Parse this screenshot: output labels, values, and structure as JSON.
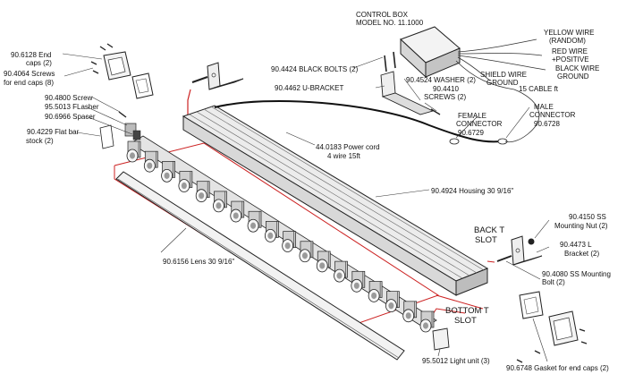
{
  "labels": {
    "control_box_title": "CONTROL BOX",
    "control_box_model": "MODEL NO. 11.1000",
    "yellow_wire_1": "YELLOW  WIRE",
    "yellow_wire_2": "(RANDOM)",
    "red_wire_1": "RED WIRE",
    "red_wire_2": "+POSITIVE",
    "black_wire_1": "BLACK WIRE",
    "black_wire_2": "GROUND",
    "shield_wire_1": "SHIELD WIRE",
    "shield_wire_2": "GROUND",
    "cable": "15 CABLE ft",
    "black_bolts": "90.4424 BLACK BOLTS  (2)",
    "washer": "90.4524 WASHER (2)",
    "u_bracket": "90.4462 U-BRACKET",
    "screws_num": "90.4410",
    "screws_desc": "SCREWS (2)",
    "female_1": "FEMALE",
    "female_2": "CONNECTOR",
    "female_3": "90.6729",
    "male_1": "MALE",
    "male_2": "CONNECTOR",
    "male_3": "90.6728",
    "end_caps_1": "90.6128 End",
    "end_caps_2": "caps (2)",
    "end_screws_1": "90.4064 Screws",
    "end_screws_2": "for end caps (8)",
    "screw": "90.4800  Screw",
    "flasher": "95.5013  FLasher",
    "spacer": "90.6966 Spacer",
    "flat_bar_1": "90.4229  Flat bar",
    "flat_bar_2": "stock (2)",
    "power_cord_1": "44.0183 Power cord",
    "power_cord_2": "4 wire 15ft",
    "housing": "90.4924 Housing 30 9/16\"",
    "back_slot_1": "BACK  T",
    "back_slot_2": "SLOT",
    "ss_nut_1": "90.4150 SS",
    "ss_nut_2": "Mounting Nut  (2)",
    "l_bracket_1": "90.4473   L",
    "l_bracket_2": "Bracket  (2)",
    "ss_bolt_1": "90.4080 SS Mounting",
    "ss_bolt_2": "Bolt  (2)",
    "lens": "90.6156 Lens 30 9/16\"",
    "bottom_slot_1": "BOTTOM T",
    "bottom_slot_2": "SLOT",
    "light_unit": "95.5012 Light unit (3)",
    "gasket": "90.6748 Gasket for end caps (2)"
  }
}
